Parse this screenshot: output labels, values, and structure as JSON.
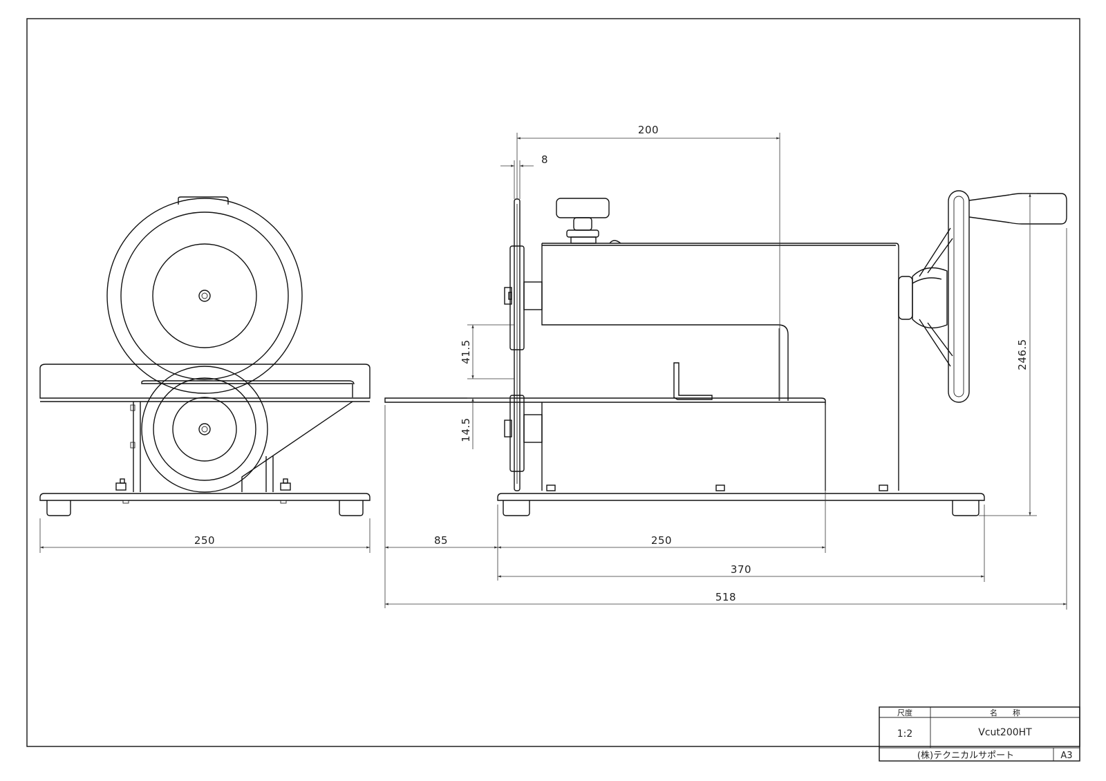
{
  "dimensions": {
    "front_width": "250",
    "top_width": "200",
    "blade_thickness": "8",
    "upper_height": "41.5",
    "lower_height": "14.5",
    "total_height": "246.5",
    "overhang": "85",
    "table_length": "250",
    "base_length": "370",
    "overall_length": "518"
  },
  "title_block": {
    "scale_label": "尺度",
    "name_label": "名　　称",
    "scale": "1:2",
    "product_name": "Vcut200HT",
    "company": "(株)テクニカルサポート",
    "sheet_size": "A3"
  }
}
